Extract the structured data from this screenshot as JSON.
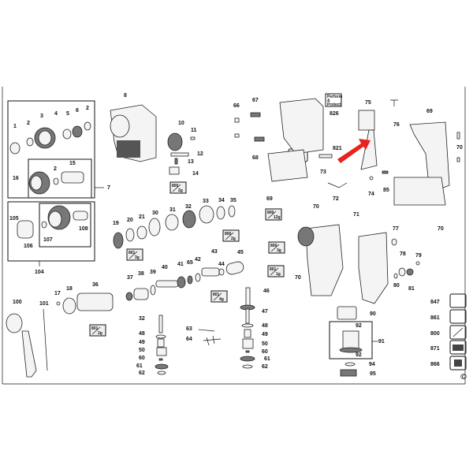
{
  "labels": [
    "1",
    "2",
    "3",
    "4",
    "5",
    "6",
    "2",
    "16",
    "2",
    "15",
    "7",
    "8",
    "10",
    "11",
    "12",
    "13",
    "14",
    "105",
    "106",
    "107",
    "108",
    "104",
    "19",
    "20",
    "21",
    "30",
    "31",
    "32",
    "33",
    "34",
    "35",
    "43",
    "44",
    "66",
    "67",
    "826",
    "75",
    "69",
    "76",
    "68",
    "821",
    "73",
    "70",
    "69",
    "72",
    "74",
    "85",
    "70",
    "71",
    "70",
    "77",
    "78",
    "79",
    "70",
    "80",
    "81",
    "45",
    "46",
    "17",
    "18",
    "36",
    "37",
    "38",
    "39",
    "40",
    "41",
    "65",
    "42",
    "100",
    "101",
    "32",
    "48",
    "49",
    "50",
    "60",
    "61",
    "62",
    "63",
    "64",
    "47",
    "48",
    "49",
    "50",
    "60",
    "61",
    "62",
    "90",
    "92",
    "91",
    "92",
    "94",
    "95",
    "847",
    "861",
    "800",
    "871",
    "866"
  ],
  "grease_boxes": [
    {
      "code": "800",
      "qty": "2g"
    },
    {
      "code": "800",
      "qty": "2g"
    },
    {
      "code": "801",
      "qty": "3g"
    },
    {
      "code": "801",
      "qty": "4g"
    },
    {
      "code": "801",
      "qty": "1g"
    },
    {
      "code": "801",
      "qty": "2g"
    },
    {
      "code": "800",
      "qty": "12g"
    },
    {
      "code": "800",
      "qty": "3g"
    }
  ],
  "perform_protect": [
    "Perform",
    "&",
    "Protect"
  ],
  "copyright": "©",
  "highlight_arrow_color": "#e8221c"
}
